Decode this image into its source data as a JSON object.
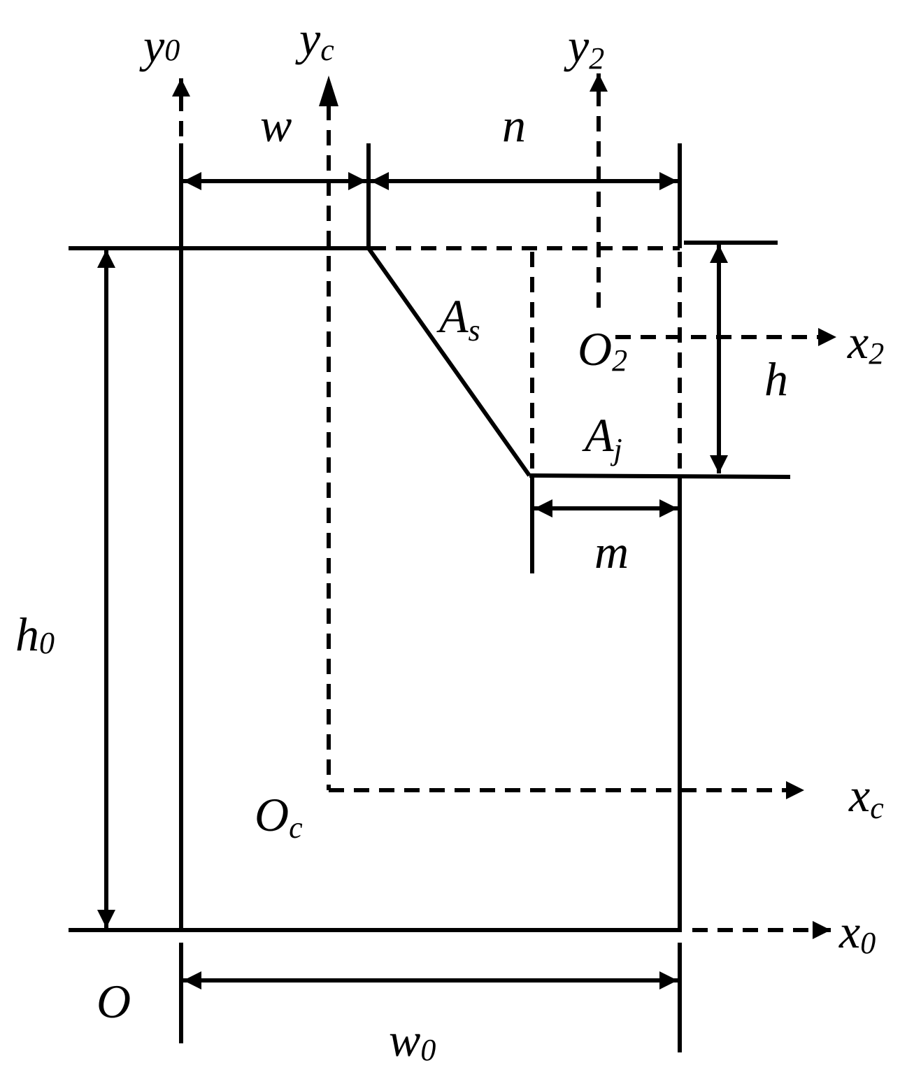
{
  "labels": {
    "y0": {
      "main": "y",
      "sub": "0"
    },
    "yc": {
      "main": "y",
      "sub": "c"
    },
    "y2": {
      "main": "y",
      "sub": "2"
    },
    "x0": {
      "main": "x",
      "sub": "0"
    },
    "xc": {
      "main": "x",
      "sub": "c"
    },
    "x2": {
      "main": "x",
      "sub": "2"
    },
    "w": "w",
    "n": "n",
    "m": "m",
    "h": "h",
    "h0": {
      "main": "h",
      "sub": "0"
    },
    "w0": {
      "main": "w",
      "sub": "0"
    },
    "As": {
      "main": "A",
      "sub": "s"
    },
    "Aj": {
      "main": "A",
      "sub": "j"
    },
    "O": "O",
    "Oc": {
      "main": "O",
      "sub": "c"
    },
    "O2": {
      "main": "O",
      "sub": "2"
    }
  }
}
